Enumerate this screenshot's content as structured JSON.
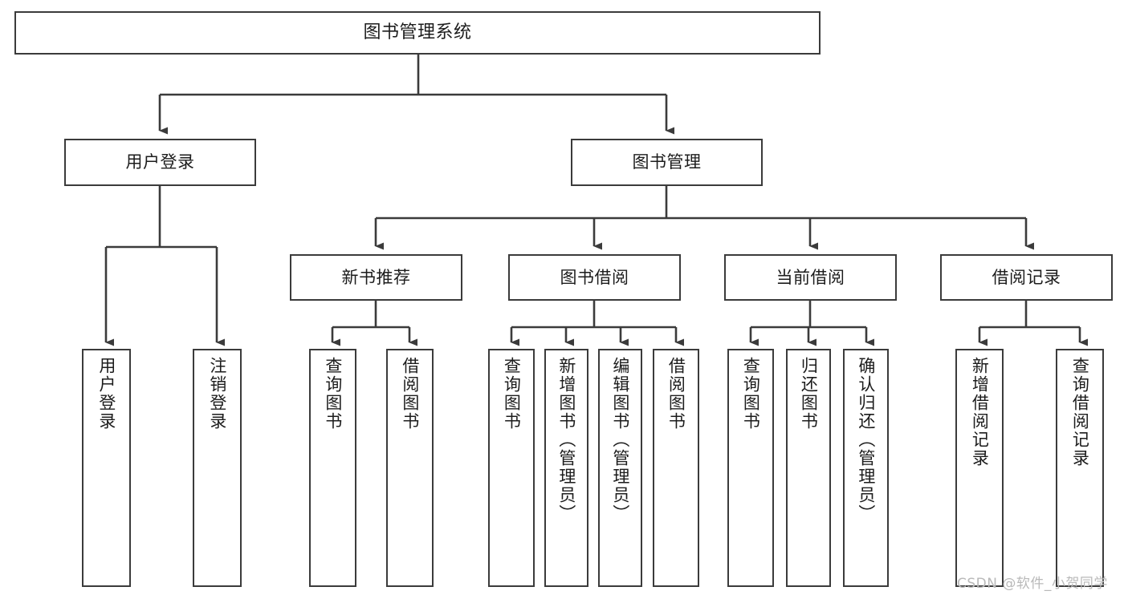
{
  "diagram": {
    "title": "图书管理系统",
    "watermark": "CSDN @软件_小贺同学",
    "line_color": "#3b3b3b",
    "text_color": "#1c1c1c",
    "background": "#ffffff"
  },
  "levels": {
    "root": {
      "label": "图书管理系统"
    },
    "level2": [
      {
        "label": "用户登录"
      },
      {
        "label": "图书管理"
      }
    ],
    "level3": [
      {
        "label": "新书推荐"
      },
      {
        "label": "图书借阅"
      },
      {
        "label": "当前借阅"
      },
      {
        "label": "借阅记录"
      }
    ],
    "leaves": [
      {
        "label": "用户登录",
        "parent": "用户登录"
      },
      {
        "label": "注销登录",
        "parent": "用户登录"
      },
      {
        "label": "查询图书",
        "parent": "新书推荐"
      },
      {
        "label": "借阅图书",
        "parent": "新书推荐"
      },
      {
        "label": "查询图书",
        "parent": "图书借阅"
      },
      {
        "label": "新增图书（管理员）",
        "parent": "图书借阅"
      },
      {
        "label": "编辑图书（管理员）",
        "parent": "图书借阅"
      },
      {
        "label": "借阅图书",
        "parent": "图书借阅"
      },
      {
        "label": "查询图书",
        "parent": "当前借阅"
      },
      {
        "label": "归还图书",
        "parent": "当前借阅"
      },
      {
        "label": "确认归还（管理员）",
        "parent": "当前借阅"
      },
      {
        "label": "新增借阅记录",
        "parent": "借阅记录"
      },
      {
        "label": "查询借阅记录",
        "parent": "借阅记录"
      }
    ]
  }
}
